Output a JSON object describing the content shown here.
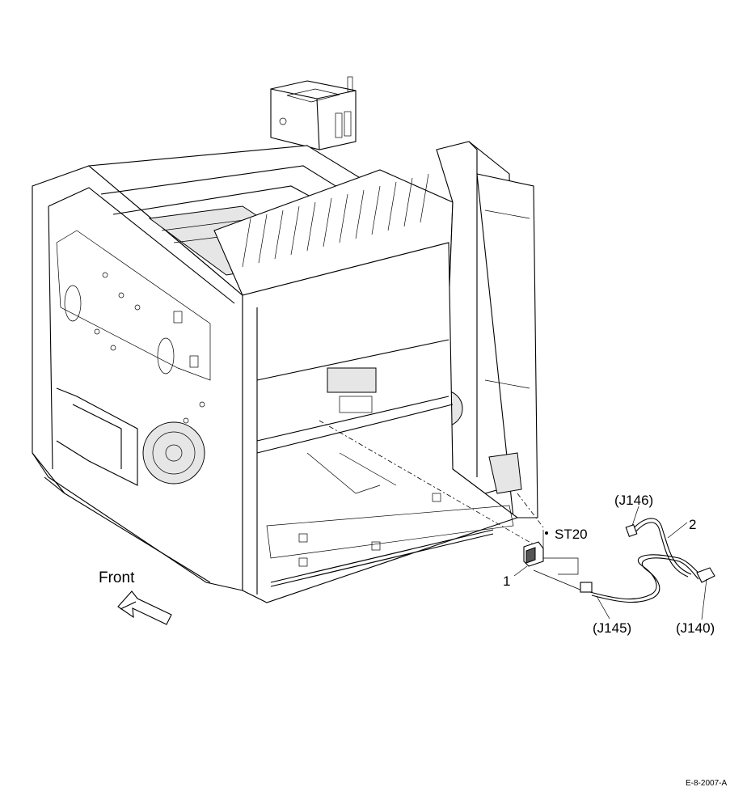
{
  "labels": {
    "front": "Front",
    "st20": "ST20",
    "part_1": "1",
    "part_2": "2",
    "j146": "(J146)",
    "j145": "(J145)",
    "j140": "(J140)",
    "figure_id": "E-8-2007-A"
  }
}
